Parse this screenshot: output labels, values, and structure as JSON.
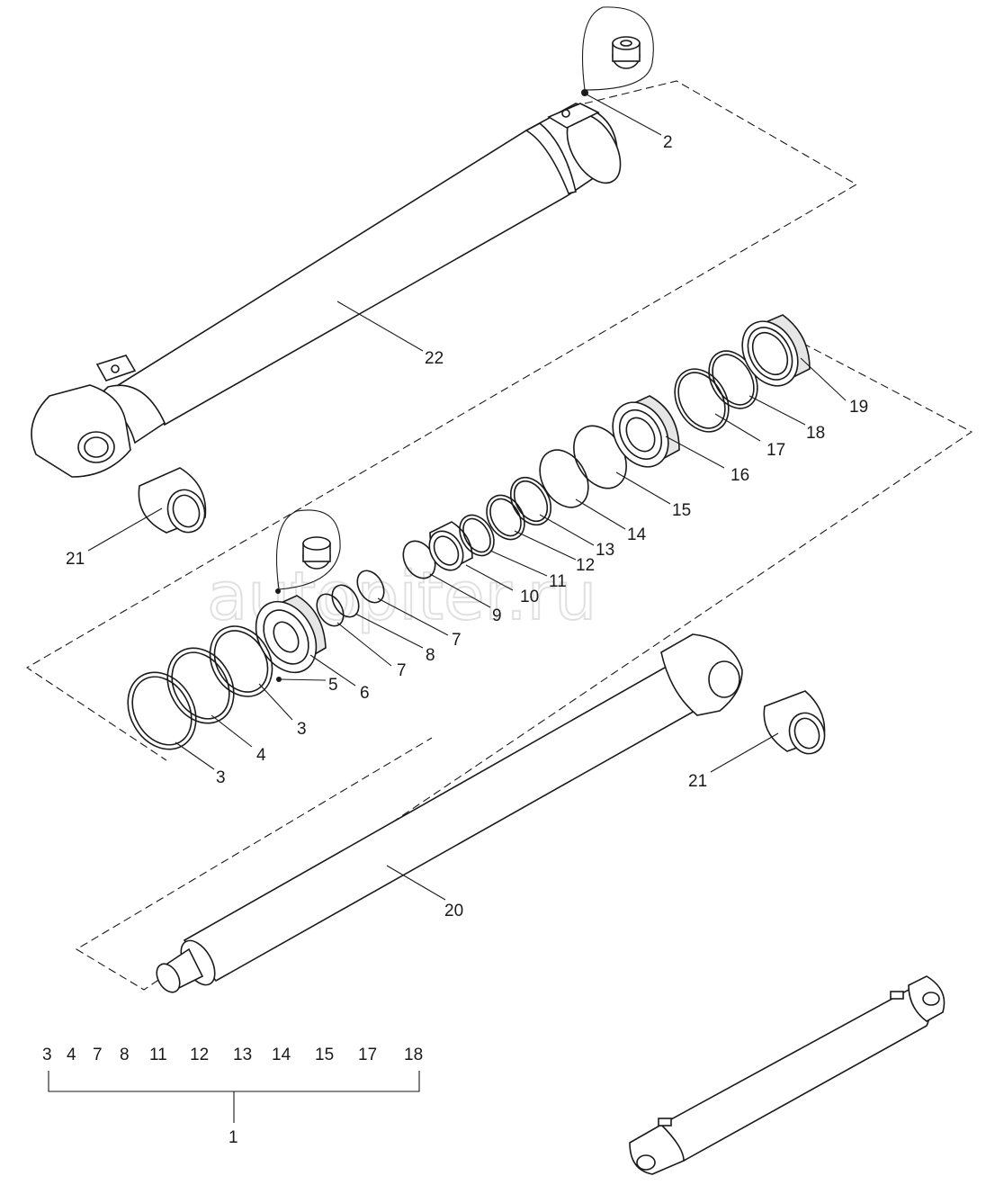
{
  "watermark": "autopiter.ru",
  "callouts": {
    "c2": "2",
    "c3a": "3",
    "c3b": "3",
    "c4": "4",
    "c5": "5",
    "c6": "6",
    "c7a": "7",
    "c7b": "7",
    "c8": "8",
    "c9": "9",
    "c10": "10",
    "c11": "11",
    "c12": "12",
    "c13": "13",
    "c14": "14",
    "c15": "15",
    "c16": "16",
    "c17": "17",
    "c18": "18",
    "c19": "19",
    "c20": "20",
    "c21a": "21",
    "c21b": "21",
    "c22": "22"
  },
  "kit": {
    "label": "1",
    "members": [
      "3",
      "4",
      "7",
      "8",
      "11",
      "12",
      "13",
      "14",
      "15",
      "17",
      "18"
    ]
  }
}
